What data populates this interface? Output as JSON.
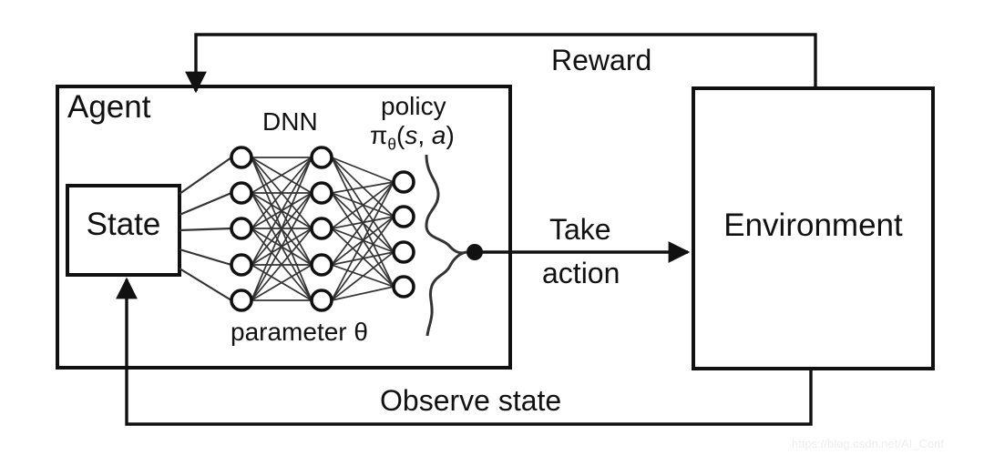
{
  "diagram": {
    "title": "Reinforcement learning agent-environment loop",
    "colors": {
      "stroke": "#111111",
      "background": "#ffffff",
      "node_fill": "#ffffff",
      "edge": "#333333",
      "watermark": "#eeeeee"
    },
    "boxes": {
      "agent": {
        "label": "Agent"
      },
      "state": {
        "label": "State"
      },
      "environment": {
        "label": "Environment"
      }
    },
    "network": {
      "dnn_label": "DNN",
      "parameter_label": "parameter θ",
      "policy_label": "policy",
      "policy_function": "π",
      "policy_function_sub": "θ",
      "policy_function_args_open": "(",
      "policy_function_arg_s": "s",
      "policy_function_comma": ", ",
      "policy_function_arg_a": "a",
      "policy_function_args_close": ")",
      "layers": [
        {
          "name": "layer-1",
          "node_count": 5
        },
        {
          "name": "layer-2",
          "node_count": 5
        },
        {
          "name": "layer-3",
          "node_count": 4
        }
      ]
    },
    "edges": {
      "reward": "Reward",
      "take_action_line1": "Take",
      "take_action_line2": "action",
      "observe_state": "Observe state"
    },
    "watermark": "https://blog.csdn.net/AI_Conf"
  }
}
